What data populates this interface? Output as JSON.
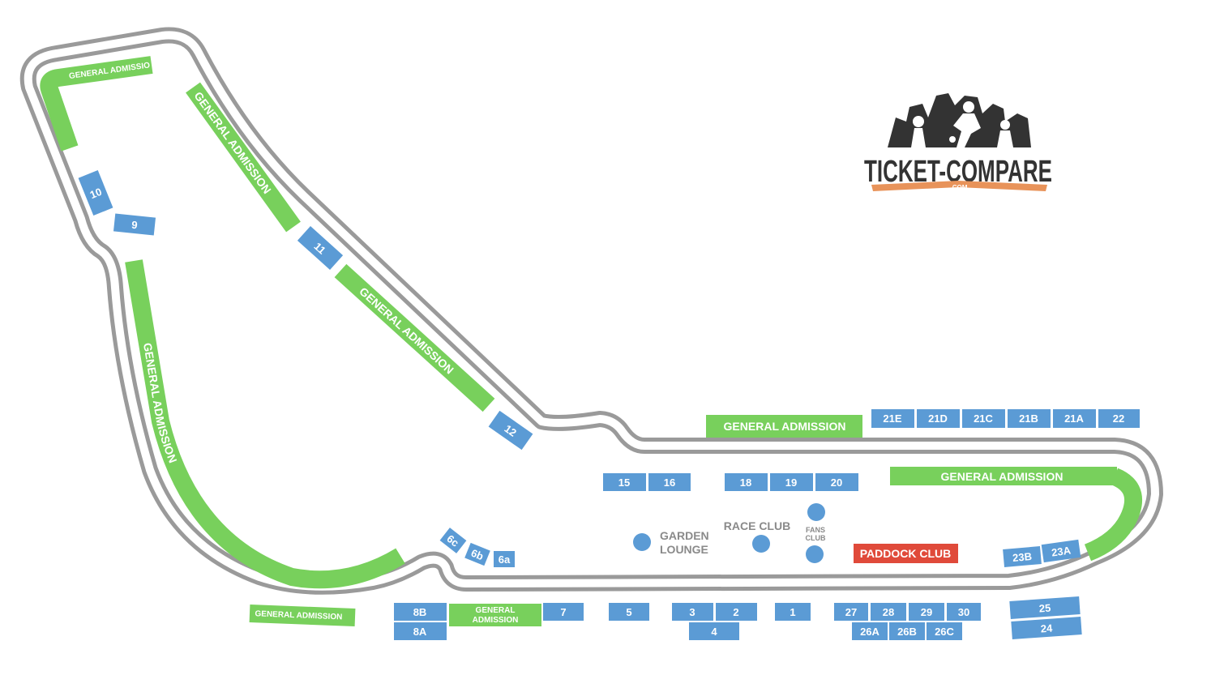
{
  "map": {
    "general_admission_label": "GENERAL ADMISSION",
    "ga_box_top_right": "GENERAL ADMISSION",
    "ga_box_right": "GENERAL ADMISSION",
    "ga_box_bottom": [
      "GENERAL",
      "ADMISSION"
    ],
    "stands": {
      "s10": "10",
      "s9": "9",
      "s11": "11",
      "s12": "12",
      "s15": "15",
      "s16": "16",
      "s18": "18",
      "s19": "19",
      "s20": "20",
      "s21e": "21E",
      "s21d": "21D",
      "s21c": "21C",
      "s21b": "21B",
      "s21a": "21A",
      "s22": "22",
      "s23b": "23B",
      "s23a": "23A",
      "s6c": "6c",
      "s6b": "6b",
      "s6a": "6a",
      "s8b": "8B",
      "s8a": "8A",
      "s7": "7",
      "s5": "5",
      "s3": "3",
      "s2": "2",
      "s4": "4",
      "s1": "1",
      "s27": "27",
      "s28": "28",
      "s29": "29",
      "s30": "30",
      "s26a": "26A",
      "s26b": "26B",
      "s26c": "26C",
      "s25": "25",
      "s24": "24"
    },
    "hospitality": {
      "garden_lounge": [
        "GARDEN",
        "LOUNGE"
      ],
      "race_club": "RACE CLUB",
      "fans_club": [
        "FANS",
        "CLUB"
      ],
      "paddock_club": "PADDOCK CLUB"
    },
    "colors": {
      "track": "#9a9a9a",
      "general_admission": "#78d05c",
      "grandstand": "#5b9bd5",
      "paddock": "#e04a3a",
      "hospitality_text": "#8a8a8a"
    }
  },
  "logo": {
    "name": "TICKET-COMPARE",
    "tld": ".COM",
    "colors": {
      "text": "#333333",
      "ribbon": "#e8935a"
    }
  }
}
